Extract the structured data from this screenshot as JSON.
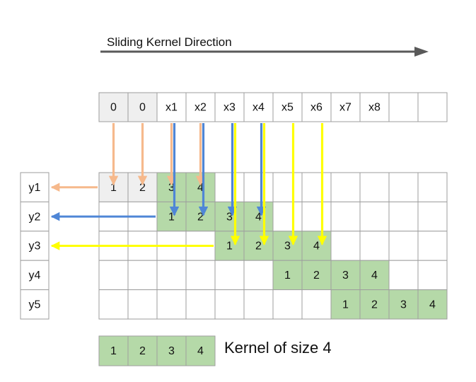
{
  "title": "Sliding Kernel Direction",
  "input_row": [
    "0",
    "0",
    "x1",
    "x2",
    "x3",
    "x4",
    "x5",
    "x6",
    "x7",
    "x8",
    "",
    ""
  ],
  "padded_cells": 2,
  "output_labels": [
    "y1",
    "y2",
    "y3",
    "y4",
    "y5"
  ],
  "kernel_values": [
    "1",
    "2",
    "3",
    "4"
  ],
  "kernel_caption": "Kernel of size 4",
  "grid_columns": 12,
  "colors": {
    "kernel_fill": "#b5d9a8",
    "padding_fill": "#efefef",
    "grid_line": "#9e9e9e",
    "direction_arrow": "#595959",
    "y1_arrows": "#f6b98c",
    "y2_arrows": "#4f86d6",
    "y3_arrows": "#ffff00"
  },
  "arrow_groups": [
    {
      "output": "y1",
      "color_key": "y1_arrows",
      "sources": [
        "0",
        "0",
        "x1",
        "x2"
      ]
    },
    {
      "output": "y2",
      "color_key": "y2_arrows",
      "sources": [
        "x1",
        "x2",
        "x3",
        "x4"
      ]
    },
    {
      "output": "y3",
      "color_key": "y3_arrows",
      "sources": [
        "x3",
        "x4",
        "x5",
        "x6"
      ]
    }
  ]
}
